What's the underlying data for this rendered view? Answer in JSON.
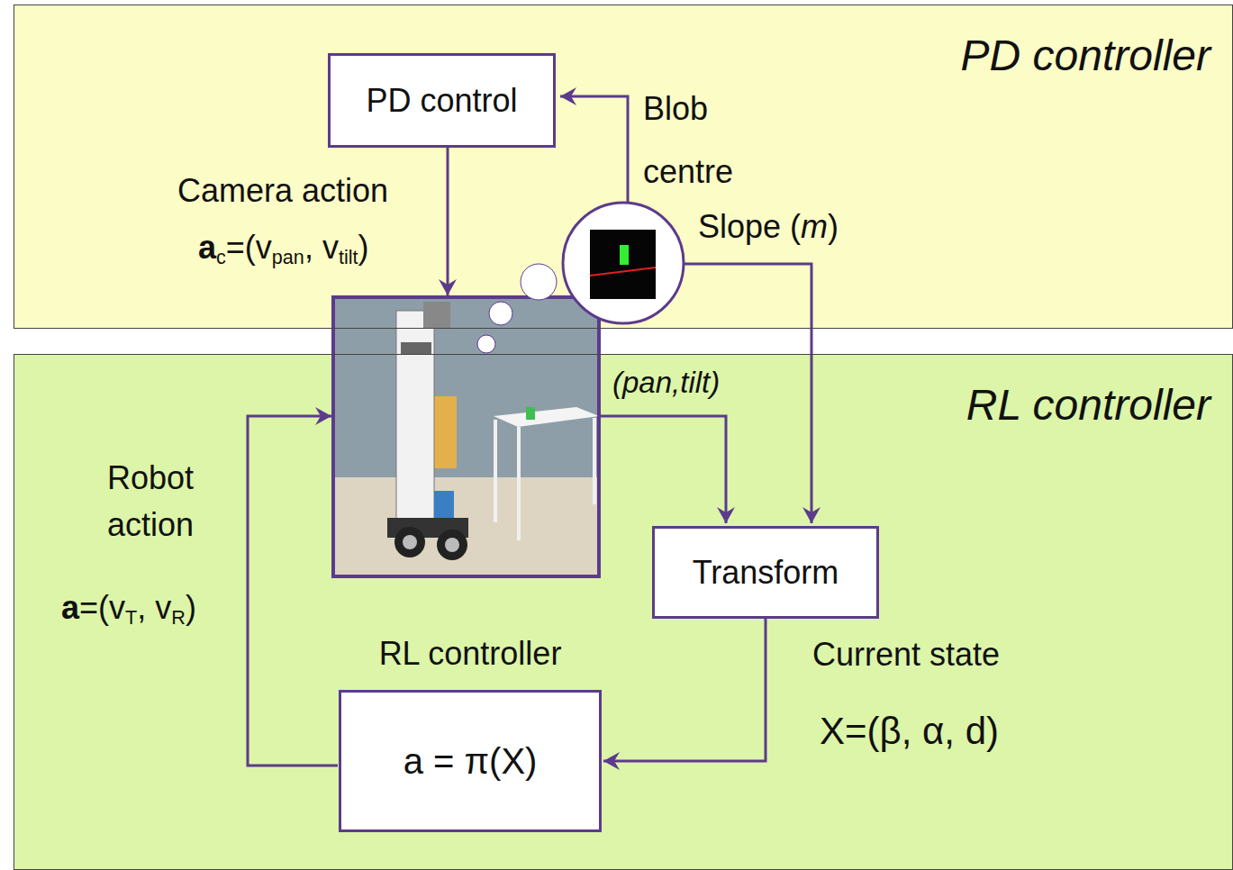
{
  "diagram": {
    "nodes": [
      {
        "text": [
          "PD controller"
        ]
      },
      {
        "text": [
          "PD control"
        ],
        "in": 0
      },
      {
        "text": [
          "RL controller"
        ]
      },
      {
        "text": [
          "Transform"
        ],
        "in": 2
      },
      {
        "text": [
          "RL controller",
          "a = π(X)"
        ],
        "in": 2
      }
    ],
    "edges": [
      {
        "from": 3,
        "to": 4,
        "arrow": "to"
      }
    ],
    "labels": [
      "Blob centre",
      "Camera action",
      "a",
      "c",
      "=(v",
      "pan",
      ", v",
      "tilt",
      ")",
      "Slope (",
      "m",
      ")",
      "(pan,tilt)",
      "Robot action",
      "a",
      "=(v",
      "T",
      ", v",
      "R",
      ")",
      "Current state",
      "X=(β, α, d)"
    ]
  }
}
